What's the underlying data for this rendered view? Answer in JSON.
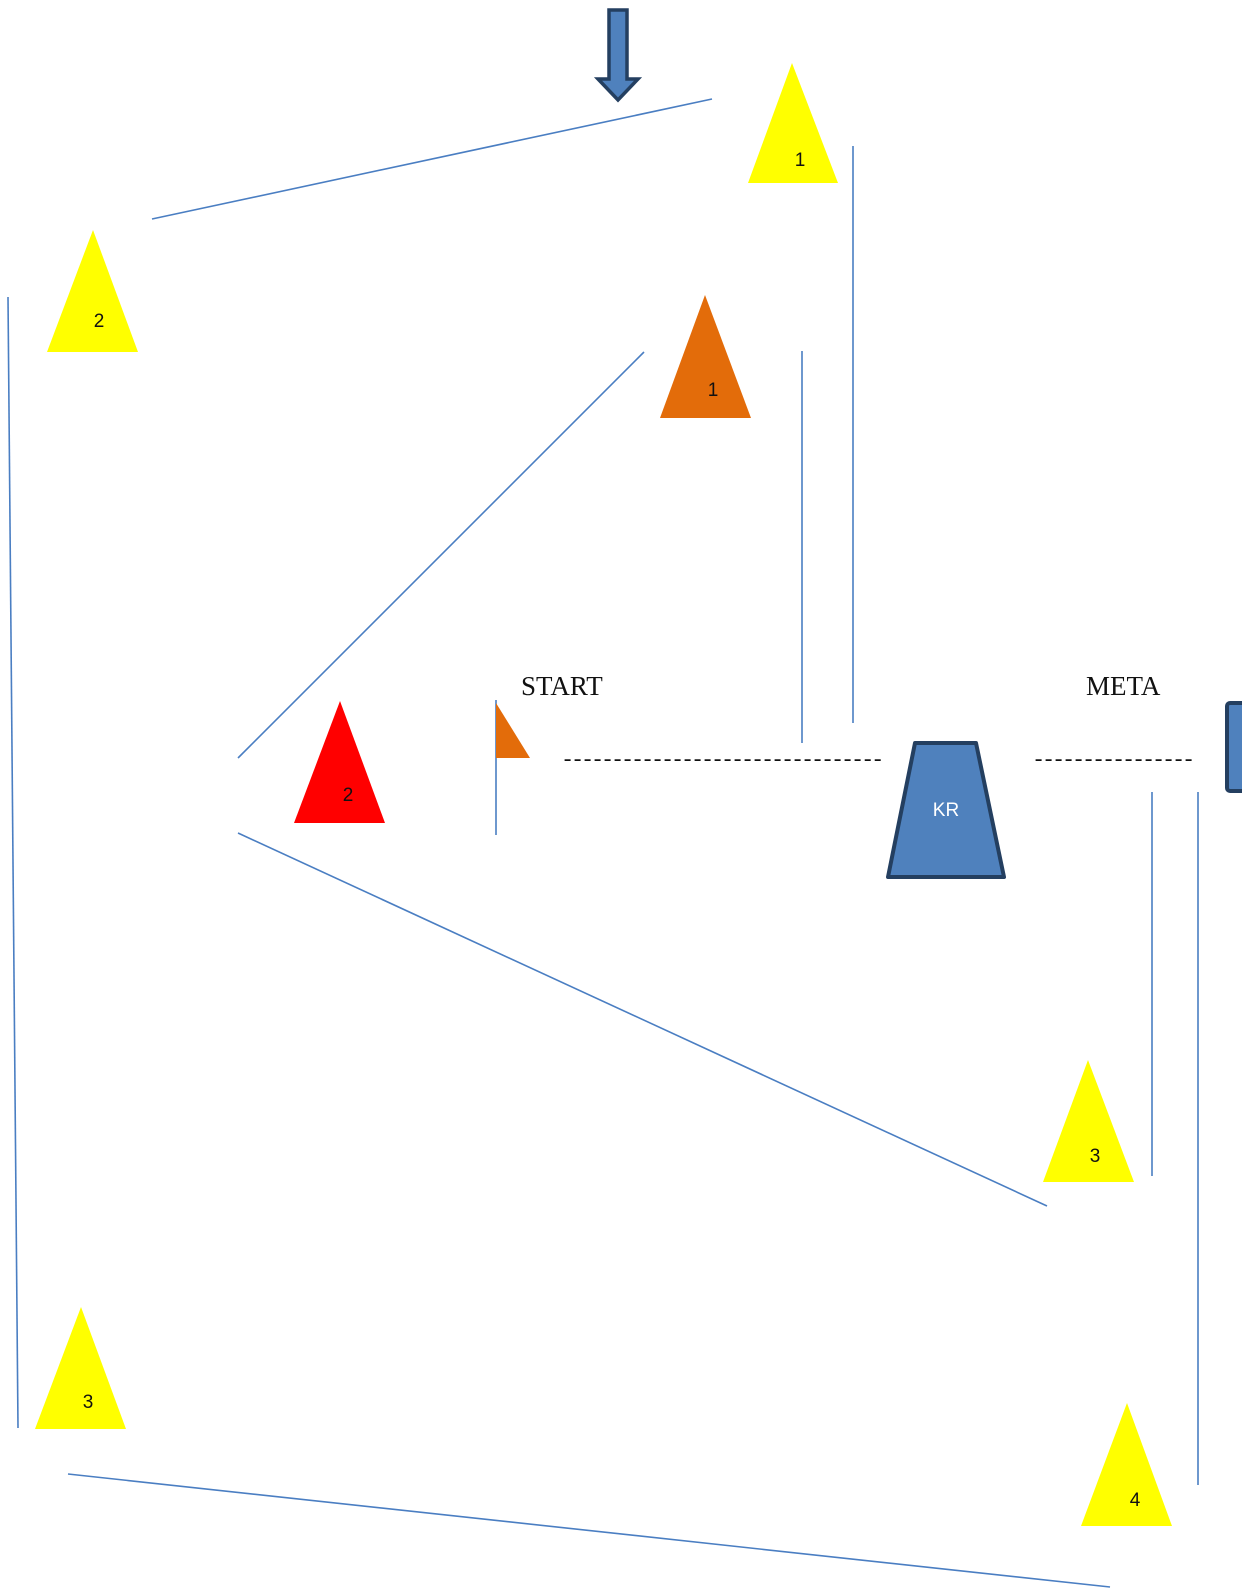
{
  "labels": {
    "start": "START",
    "finish": "META",
    "dashes_left": "--------------------------------",
    "dashes_right": "----------------"
  },
  "cones": [
    {
      "id": "yellow-1",
      "label": "1",
      "color": "#ffff00"
    },
    {
      "id": "yellow-2",
      "label": "2",
      "color": "#ffff00"
    },
    {
      "id": "orange-1",
      "label": "1",
      "color": "#e36c0a"
    },
    {
      "id": "red-2",
      "label": "2",
      "color": "#ff0000"
    },
    {
      "id": "yellow-3-right",
      "label": "3",
      "color": "#ffff00"
    },
    {
      "id": "yellow-3-left",
      "label": "3",
      "color": "#ffff00"
    },
    {
      "id": "yellow-4",
      "label": "4",
      "color": "#ffff00"
    }
  ],
  "obstacle": {
    "label": "KR",
    "fill": "#4f81bd",
    "stroke": "#243f60",
    "text_color": "#ffffff"
  },
  "colors": {
    "route_line": "#4a7ec2",
    "flag": "#e36c0a",
    "arrow_fill": "#4f81bd",
    "arrow_stroke": "#243f60"
  },
  "icons": {
    "entry_arrow": "down-arrow-icon",
    "start_flag": "flag-icon",
    "finish_marker": "finish-gate-icon"
  }
}
